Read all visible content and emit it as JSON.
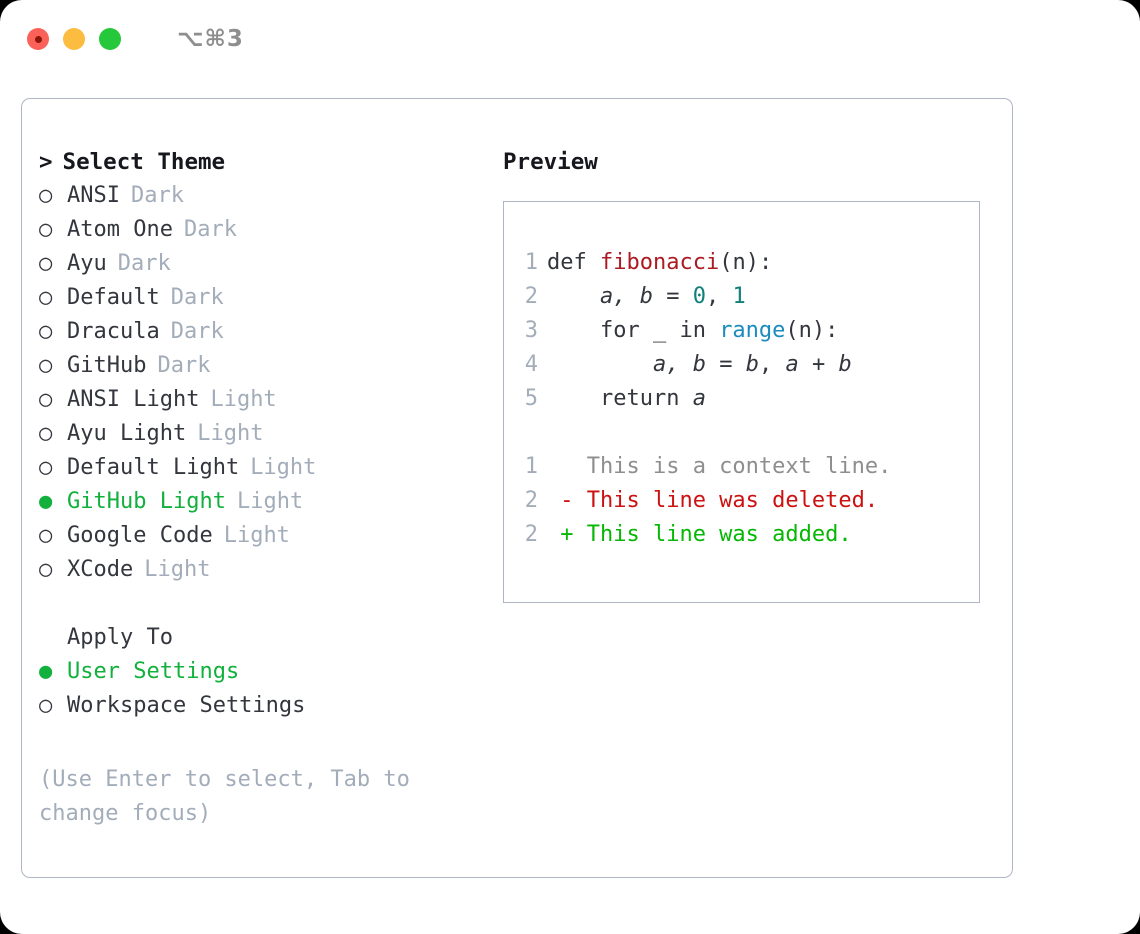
{
  "window": {
    "shortcut": "⌥⌘3",
    "traffic_lights": [
      {
        "name": "close",
        "color": "#fa6259"
      },
      {
        "name": "minimize",
        "color": "#fcbc40"
      },
      {
        "name": "maximize",
        "color": "#25c73b"
      }
    ]
  },
  "colors": {
    "accent_selected": "#12b03c",
    "muted": "#a3adba",
    "text": "#33363d",
    "border": "#aeb6c4",
    "diff_add": "#06b706",
    "diff_del": "#cc1111"
  },
  "theme_picker": {
    "caret": ">",
    "heading": "Select Theme",
    "bullet_selected": "●",
    "bullet_unselected": "○",
    "items": [
      {
        "label": "ANSI",
        "variant": "Dark",
        "selected": false
      },
      {
        "label": "Atom One",
        "variant": "Dark",
        "selected": false
      },
      {
        "label": "Ayu",
        "variant": "Dark",
        "selected": false
      },
      {
        "label": "Default",
        "variant": "Dark",
        "selected": false
      },
      {
        "label": "Dracula",
        "variant": "Dark",
        "selected": false
      },
      {
        "label": "GitHub",
        "variant": "Dark",
        "selected": false
      },
      {
        "label": "ANSI Light",
        "variant": "Light",
        "selected": false
      },
      {
        "label": "Ayu Light",
        "variant": "Light",
        "selected": false
      },
      {
        "label": "Default Light",
        "variant": "Light",
        "selected": false
      },
      {
        "label": "GitHub Light",
        "variant": "Light",
        "selected": true
      },
      {
        "label": "Google Code",
        "variant": "Light",
        "selected": false
      },
      {
        "label": "XCode",
        "variant": "Light",
        "selected": false
      }
    ]
  },
  "apply_to": {
    "heading": "Apply To",
    "options": [
      {
        "label": "User Settings",
        "selected": true
      },
      {
        "label": "Workspace Settings",
        "selected": false
      }
    ]
  },
  "hint": "(Use Enter to select, Tab to change focus)",
  "preview": {
    "title": "Preview",
    "code_lines": [
      {
        "number": "1",
        "tokens": [
          {
            "text": "def ",
            "type": "kw"
          },
          {
            "text": "fibonacci",
            "type": "fn"
          },
          {
            "text": "(n):",
            "type": "punct"
          }
        ]
      },
      {
        "number": "2",
        "tokens": [
          {
            "text": "    ",
            "type": "punct"
          },
          {
            "text": "a, b",
            "type": "var"
          },
          {
            "text": " = ",
            "type": "punct"
          },
          {
            "text": "0",
            "type": "num"
          },
          {
            "text": ", ",
            "type": "punct"
          },
          {
            "text": "1",
            "type": "num"
          }
        ]
      },
      {
        "number": "3",
        "tokens": [
          {
            "text": "    for _ in ",
            "type": "kw"
          },
          {
            "text": "range",
            "type": "builtin"
          },
          {
            "text": "(n):",
            "type": "punct"
          }
        ]
      },
      {
        "number": "4",
        "tokens": [
          {
            "text": "        ",
            "type": "punct"
          },
          {
            "text": "a, b",
            "type": "var"
          },
          {
            "text": " = ",
            "type": "punct"
          },
          {
            "text": "b",
            "type": "var"
          },
          {
            "text": ", ",
            "type": "punct"
          },
          {
            "text": "a",
            "type": "var"
          },
          {
            "text": " + ",
            "type": "punct"
          },
          {
            "text": "b",
            "type": "var"
          }
        ]
      },
      {
        "number": "5",
        "tokens": [
          {
            "text": "    return ",
            "type": "kw"
          },
          {
            "text": "a",
            "type": "var"
          }
        ]
      }
    ],
    "diff_lines": [
      {
        "number": "1",
        "marker": " ",
        "text": "This is a context line.",
        "kind": "context"
      },
      {
        "number": "2",
        "marker": "-",
        "text": "This line was deleted.",
        "kind": "del"
      },
      {
        "number": "2",
        "marker": "+",
        "text": "This line was added.",
        "kind": "add"
      }
    ]
  }
}
